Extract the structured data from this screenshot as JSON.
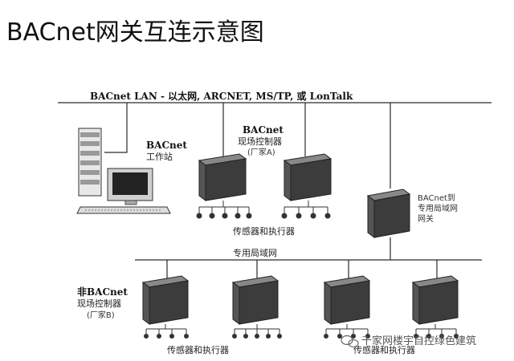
{
  "title": "BACnet网关互连示意图",
  "lan_top": "BACnet LAN - 以太网, ARCNET, MS/TP, 或 LonTalk",
  "workstation": {
    "line1": "BACnet",
    "line2": "工作站"
  },
  "field_controller": {
    "line1": "BACnet",
    "line2": "现场控制器",
    "line3": "(厂家A)"
  },
  "sensors_actuators_top": "传感器和执行器",
  "gateway": {
    "line1": "BACnet到",
    "line2": "专用局域网",
    "line3": "网关"
  },
  "private_lan": "专用局域网",
  "non_bacnet": {
    "line1": "非BACnet",
    "line2": "现场控制器",
    "line3": "(厂家B)"
  },
  "sensors_actuators_bottom_left": "传感器和执行器",
  "sensors_actuators_bottom_right": "传感器和执行器",
  "watermark": "千家网楼宇自控绿色建筑"
}
